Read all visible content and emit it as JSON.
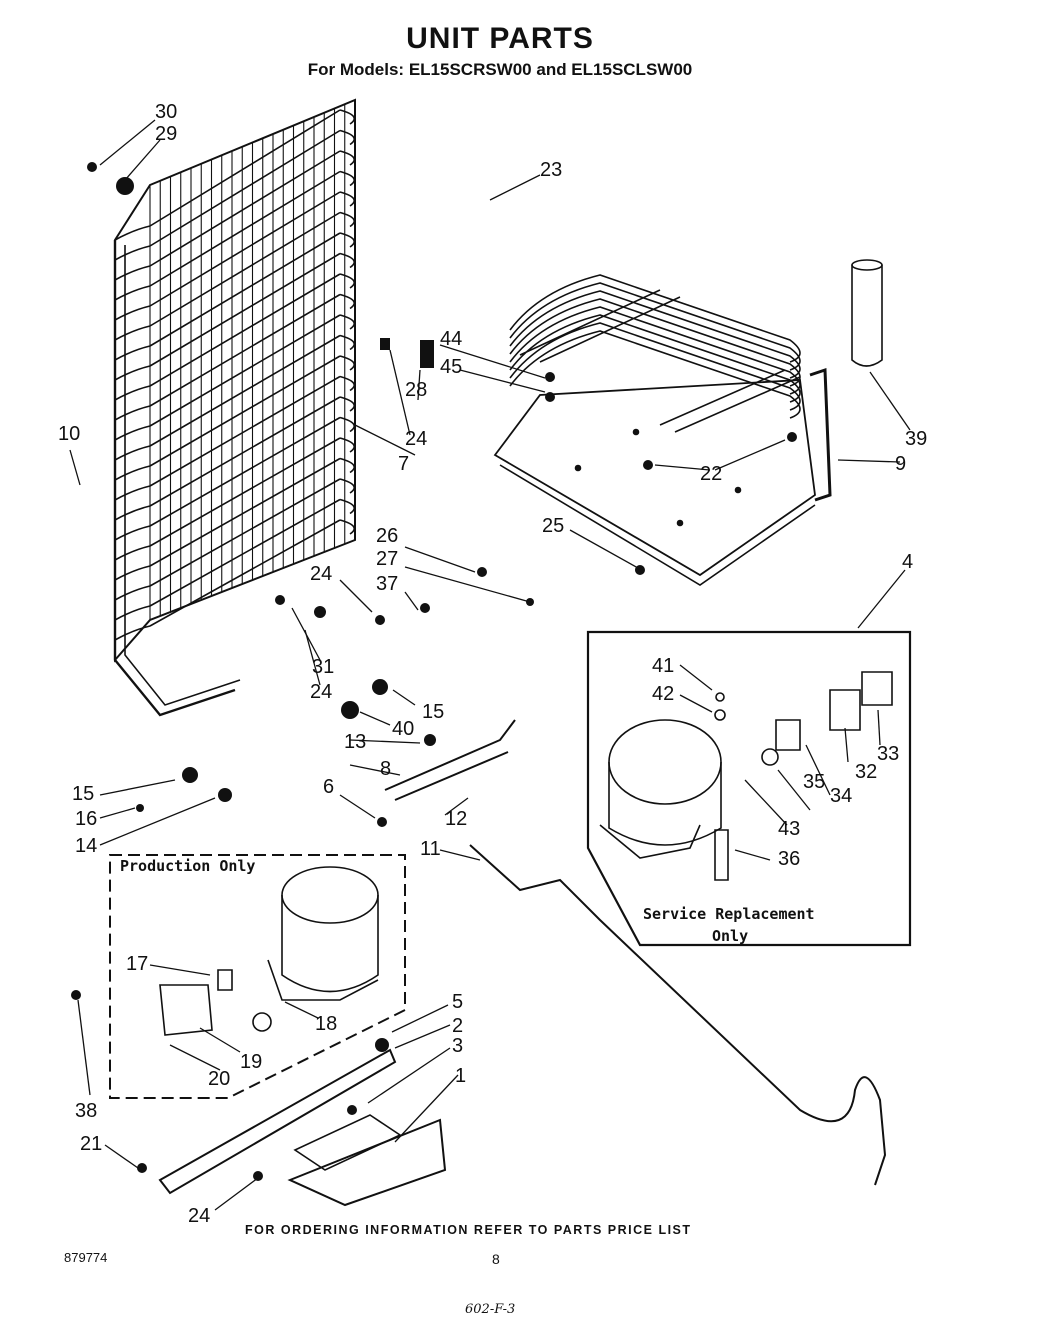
{
  "title": "UNIT PARTS",
  "subtitle": "For Models: EL15SCRSW00 and EL15SCLSW00",
  "production_label": "Production Only",
  "service_label_line1": "Service Replacement",
  "service_label_line2": "Only",
  "footer_note": "FOR ORDERING INFORMATION REFER TO PARTS PRICE LIST",
  "doc_number": "879774",
  "page_number": "8",
  "handwritten_note": "602-F-3",
  "callouts": [
    "30",
    "29",
    "23",
    "44",
    "45",
    "28",
    "24",
    "7",
    "10",
    "39",
    "9",
    "22",
    "25",
    "26",
    "27",
    "37",
    "24",
    "31",
    "24",
    "15",
    "40",
    "13",
    "8",
    "6",
    "12",
    "4",
    "41",
    "42",
    "33",
    "32",
    "34",
    "35",
    "43",
    "36",
    "11",
    "15",
    "16",
    "14",
    "17",
    "18",
    "19",
    "20",
    "38",
    "5",
    "2",
    "3",
    "1",
    "21",
    "24"
  ]
}
